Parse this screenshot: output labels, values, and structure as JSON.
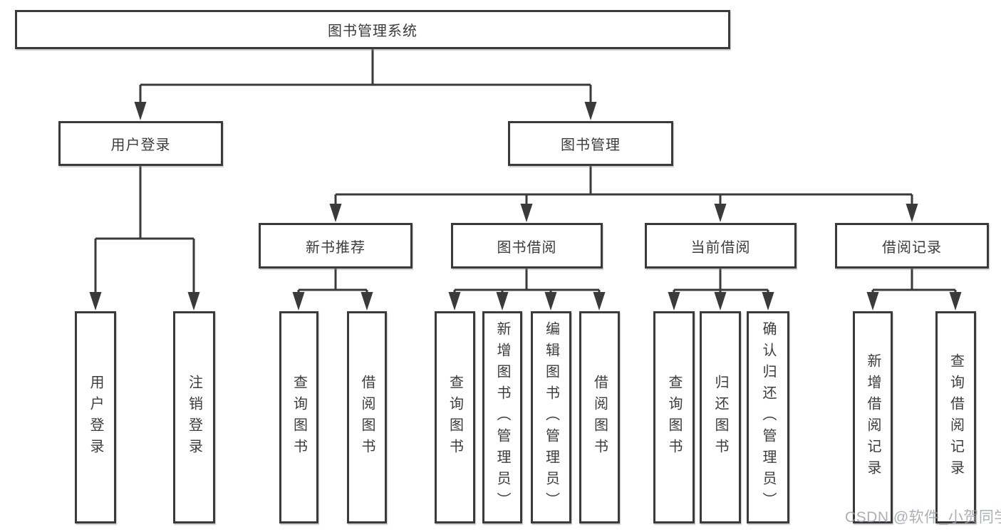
{
  "diagram": {
    "root": "图书管理系统",
    "branches": [
      {
        "label": "用户登录",
        "children": [
          "用户登录",
          "注销登录"
        ]
      },
      {
        "label": "图书管理",
        "groups": [
          {
            "label": "新书推荐",
            "children": [
              "查询图书",
              "借阅图书"
            ]
          },
          {
            "label": "图书借阅",
            "children": [
              "查询图书",
              "新增图书（管理员）",
              "编辑图书（管理员）",
              "借阅图书"
            ]
          },
          {
            "label": "当前借阅",
            "children": [
              "查询图书",
              "归还图书",
              "确认归还（管理员）"
            ]
          },
          {
            "label": "借阅记录",
            "children": [
              "新增借阅记录",
              "查询借阅记录"
            ]
          }
        ]
      }
    ]
  },
  "watermark": {
    "text": "CSDN @软件_小贺同学"
  },
  "colors": {
    "line": "#3a3a3a",
    "text": "#3c3c3c",
    "watermark": "#9ea1a7",
    "background": "#ffffff"
  }
}
